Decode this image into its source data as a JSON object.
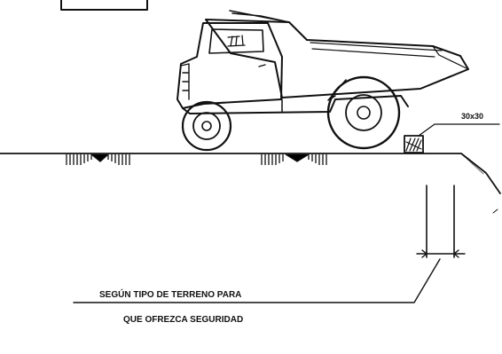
{
  "labels": {
    "block_size": "30x30",
    "note_line_1": "SEGÚN TIPO DE TERRENO PARA",
    "note_line_2": "QUE OFREZCA SEGURIDAD"
  },
  "colors": {
    "ink": "#111111",
    "background": "#ffffff"
  }
}
